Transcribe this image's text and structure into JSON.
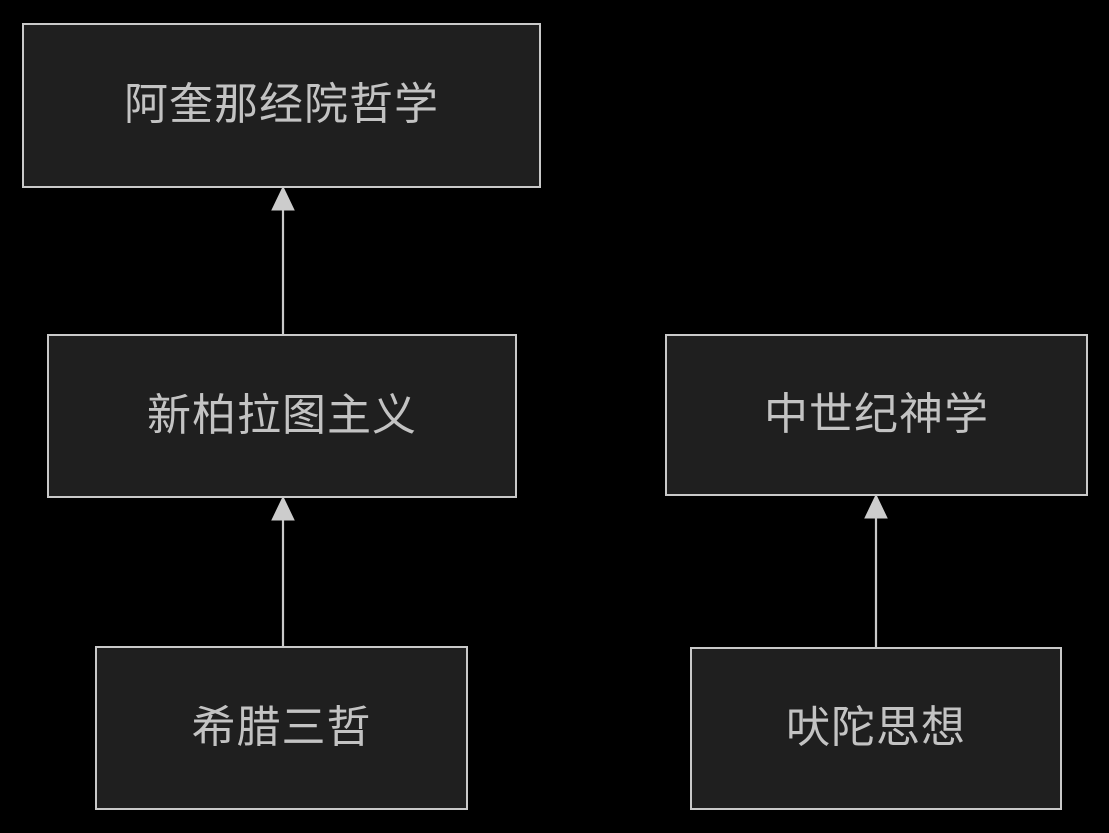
{
  "diagram": {
    "type": "flowchart",
    "direction": "bottom-to-top",
    "background_color": "#000000",
    "node_fill_color": "#1f1f1f",
    "node_border_color": "#c9c9c9",
    "text_color": "#c3c3c3",
    "edge_color": "#c9c9c9",
    "nodes": [
      {
        "id": "aquinas",
        "label": "阿奎那经院哲学"
      },
      {
        "id": "neoplatonism",
        "label": "新柏拉图主义"
      },
      {
        "id": "theology",
        "label": "中世纪神学"
      },
      {
        "id": "greek",
        "label": "希腊三哲"
      },
      {
        "id": "vedic",
        "label": "吠陀思想"
      }
    ],
    "edges": [
      {
        "id": "edge-neo-to-aquinas",
        "from": "neoplatonism",
        "to": "aquinas",
        "arrow": "arrow-up-icon"
      },
      {
        "id": "edge-greek-to-neo",
        "from": "greek",
        "to": "neoplatonism",
        "arrow": "arrow-up-icon"
      },
      {
        "id": "edge-vedic-to-theology",
        "from": "vedic",
        "to": "theology",
        "arrow": "arrow-up-icon"
      }
    ]
  }
}
